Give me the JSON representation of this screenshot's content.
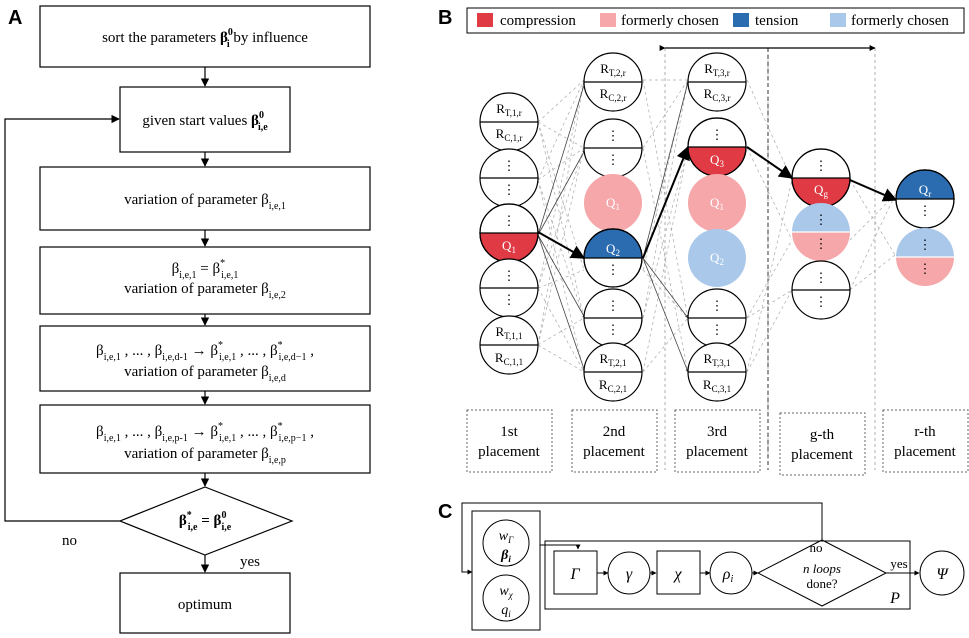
{
  "panels": {
    "a": "A",
    "b": "B",
    "c": "C"
  },
  "colors": {
    "compression": "#e03a44",
    "formerly_red": "#f6a7aa",
    "tension": "#2b6cb0",
    "formerly_blue": "#a9c8ea"
  },
  "flowA": {
    "box1": {
      "pre": "sort the parameters ",
      "sym": "β",
      "sup": "0",
      "sub": "i",
      "post": " by influence"
    },
    "box2": {
      "pre": "given start values ",
      "sym": "β",
      "sup": "0",
      "sub": "i,e"
    },
    "box3": {
      "pre": "variation of parameter β",
      "sub": "i,e,1"
    },
    "box4": {
      "l1a": "β",
      "l1sub": "i,e,1",
      "l1eq": " =  β",
      "l1sup": "*",
      "l1sub2": "i,e,1",
      "l2": "variation of parameter β",
      "l2sub": "i,e,2"
    },
    "box5": {
      "l1": "β",
      "s1": "i,e,1",
      "m1": " , ... , β",
      "s2": "i,e,d-1",
      "arrow": " → β",
      "sup3": "*",
      "s3": "i,e,1",
      "m2": " , ... , β",
      "sup4": "*",
      "s4": "i,e,d−1",
      "end": " ,",
      "l2": "variation of parameter β",
      "l2sub": "i,e,d"
    },
    "box6": {
      "l1": "β",
      "s1": "i,e,1",
      "m1": " , ... , β",
      "s2": "i,e,p-1",
      "arrow": " → β",
      "sup3": "*",
      "s3": "i,e,1",
      "m2": " , ... , β",
      "sup4": "*",
      "s4": "i,e,p−1",
      "end": " ,",
      "l2": "variation of parameter β",
      "l2sub": "i,e,p"
    },
    "diamond": {
      "lhs": "β",
      "lsup": "*",
      "lsub": "i,e",
      "eq": " = ",
      "rhs": "β",
      "rsup": "0",
      "rsub": "i,e"
    },
    "no": "no",
    "yes": "yes",
    "final": "optimum"
  },
  "legendB": {
    "items": [
      {
        "label": "compression",
        "color": "compression"
      },
      {
        "label": "formerly chosen",
        "color": "formerly_red"
      },
      {
        "label": "tension",
        "color": "tension"
      },
      {
        "label": "formerly chosen",
        "color": "formerly_blue"
      }
    ]
  },
  "placements": [
    "1st placement",
    "2nd placement",
    "3rd placement",
    "g-th placement",
    "r-th placement"
  ],
  "placementLines": [
    [
      "1st",
      "placement"
    ],
    [
      "2nd",
      "placement"
    ],
    [
      "3rd",
      "placement"
    ],
    [
      "g-th",
      "placement"
    ],
    [
      "r-th",
      "placement"
    ]
  ],
  "nodes": {
    "c1top": {
      "a": "R",
      "asub": "T,1,r",
      "b": "R",
      "bsub": "C,1,r"
    },
    "c1bot": {
      "a": "R",
      "asub": "T,1,1",
      "b": "R",
      "bsub": "C,1,1"
    },
    "c2top": {
      "a": "R",
      "asub": "T,2,r",
      "b": "R",
      "bsub": "C,2,r"
    },
    "c2bot": {
      "a": "R",
      "asub": "T,2,1",
      "b": "R",
      "bsub": "C,2,1"
    },
    "c3top": {
      "a": "R",
      "asub": "T,3,r",
      "b": "R",
      "bsub": "C,3,r"
    },
    "c3bot": {
      "a": "R",
      "asub": "T,3,1",
      "b": "R",
      "bsub": "C,3,1"
    },
    "q1": {
      "t": "Q",
      "s": "1"
    },
    "q2": {
      "t": "Q",
      "s": "2"
    },
    "q3": {
      "t": "Q",
      "s": "3"
    },
    "qg": {
      "t": "Q",
      "s": "g"
    },
    "qr": {
      "t": "Q",
      "s": "r"
    },
    "dots": "⋮"
  },
  "panelC": {
    "wg": "w",
    "wgsub": "Γ",
    "beta": "β",
    "betasub": "i",
    "wx": "w",
    "wxsub": "χ",
    "q": "q",
    "qsub": "i",
    "gamma_box": "Γ",
    "gamma_circ": "γ",
    "chi_box": "χ",
    "rho": "ρ",
    "rhosub": "i",
    "loops": [
      "n loops",
      "done?"
    ],
    "no": "no",
    "yes": "yes",
    "P": "P",
    "psi": "Ψ"
  }
}
